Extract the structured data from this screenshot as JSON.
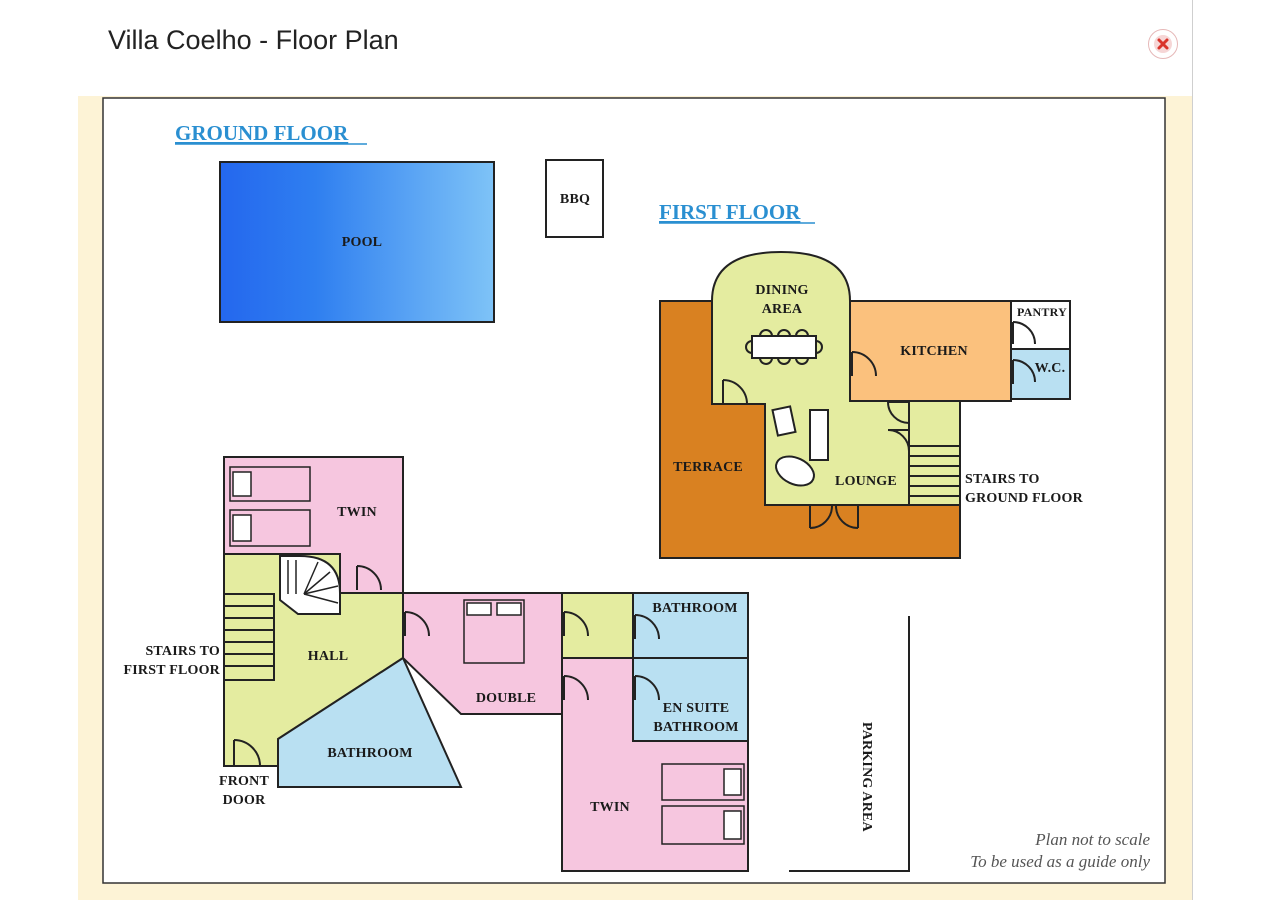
{
  "modal": {
    "title": "Villa Coelho - Floor Plan",
    "close_icon": "close-circle-icon"
  },
  "plan": {
    "ground_floor_heading": "GROUND FLOOR",
    "first_floor_heading": "FIRST FLOOR",
    "pool": "POOL",
    "bbq": "BBQ",
    "dining_area_1": "DINING",
    "dining_area_2": "AREA",
    "kitchen": "KITCHEN",
    "pantry": "PANTRY",
    "wc": "W.C.",
    "terrace": "TERRACE",
    "lounge": "LOUNGE",
    "stairs_to_ground_1": "STAIRS TO",
    "stairs_to_ground_2": "GROUND FLOOR",
    "twin_top": "TWIN",
    "hall": "HALL",
    "stairs_to_first_1": "STAIRS TO",
    "stairs_to_first_2": "FIRST FLOOR",
    "bathroom_hall": "BATHROOM",
    "front_door_1": "FRONT",
    "front_door_2": "DOOR",
    "double": "DOUBLE",
    "bathroom_right": "BATHROOM",
    "en_suite_1": "EN SUITE",
    "en_suite_2": "BATHROOM",
    "twin_bottom": "TWIN",
    "parking": "PARKING AREA",
    "note_1": "Plan not to scale",
    "note_2": "To be used as a guide only"
  },
  "colors": {
    "pink": "#f6c6df",
    "green": "#e4eca0",
    "blue": "#b9e0f2",
    "orange": "#fbc17d",
    "terrace": "#d98121",
    "heading": "#2a8fd1"
  }
}
